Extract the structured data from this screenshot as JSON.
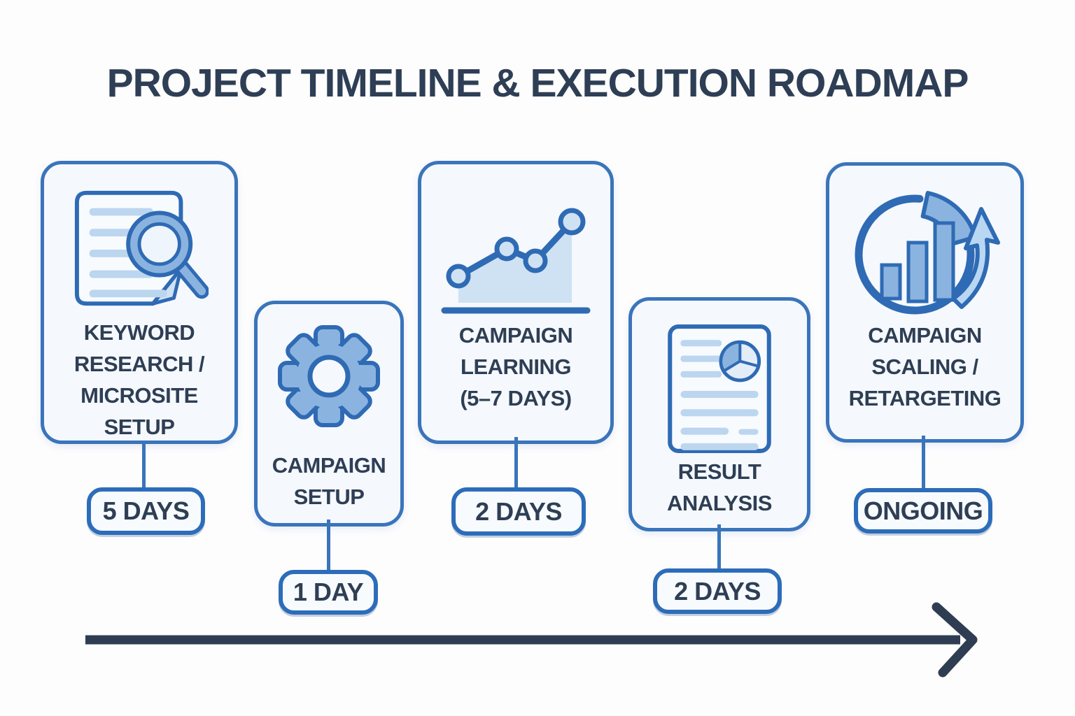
{
  "title": "PROJECT TIMELINE & EXECUTION ROADMAP",
  "steps": [
    {
      "icon": "document-search-icon",
      "label_lines": [
        "KEYWORD",
        "RESEARCH /",
        "MICROSITE",
        "SETUP"
      ],
      "duration": "5 DAYS"
    },
    {
      "icon": "gear-icon",
      "label_lines": [
        "CAMPAIGN",
        "SETUP"
      ],
      "duration": "1 DAY"
    },
    {
      "icon": "line-chart-icon",
      "label_lines": [
        "CAMPAIGN",
        "LEARNING",
        "(5–7 DAYS)"
      ],
      "duration": "2 DAYS"
    },
    {
      "icon": "document-pie-chart-icon",
      "label_lines": [
        "RESULT",
        "ANALYSIS"
      ],
      "duration": "2 DAYS"
    },
    {
      "icon": "growth-cycle-icon",
      "label_lines": [
        "CAMPAIGN",
        "SCALING /",
        "RETARGETING"
      ],
      "duration": "ONGOING"
    }
  ],
  "colors": {
    "page_bg": "#fdfdfe",
    "card_bg": "#f5f9fd",
    "card_border": "#3a74ba",
    "pill_bg": "#f8fbfd",
    "pill_border": "#2d6cb8",
    "text_dark": "#2e3e54",
    "icon_stroke": "#2f6ab4",
    "icon_fill_medium": "#8ab3e0",
    "icon_fill_light": "#cfe2f4",
    "doc_fill": "#f8fbfe",
    "doc_line": "#bcd6f0",
    "arrow_dark": "#2e3d52"
  }
}
